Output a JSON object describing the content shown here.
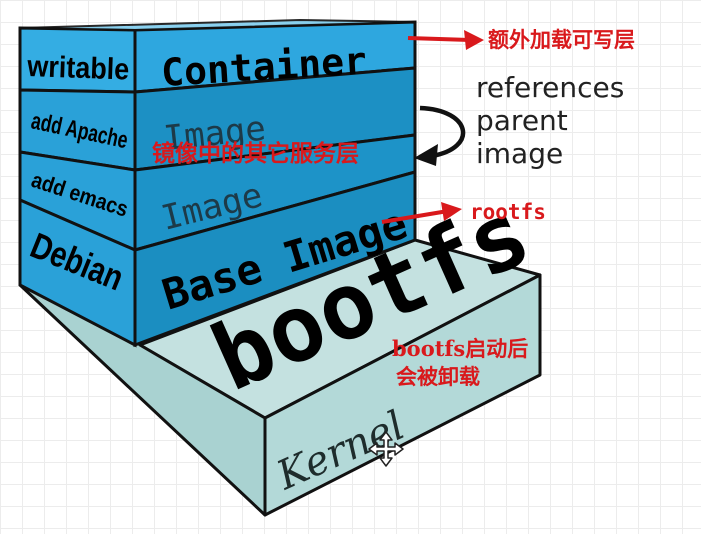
{
  "layers": {
    "writable": "writable",
    "container": "Container",
    "add_apache": "add Apache",
    "image_apache": "Image",
    "add_emacs": "add emacs",
    "image_emacs": "Image",
    "debian": "Debian",
    "base_image": "Base Image",
    "bootfs": "bootfs",
    "kernel": "Kernel"
  },
  "annotations": {
    "writable_layer": "额外加载可写层",
    "other_services": "镜像中的其它服务层",
    "rootfs": "rootfs",
    "bootfs_note_line1": "bootfs启动后",
    "bootfs_note_line2": "会被卸载",
    "references_line1": "references",
    "references_line2": "parent",
    "references_line3": "image"
  },
  "colors": {
    "container_front": "#2ba4dd",
    "image_front": "#1b8ec1",
    "side_face": "#30a8e0",
    "kernel_face": "#b3d9d8",
    "kernel_top": "#c7e2e1",
    "note_red": "#d9191c",
    "outline": "#111111"
  }
}
